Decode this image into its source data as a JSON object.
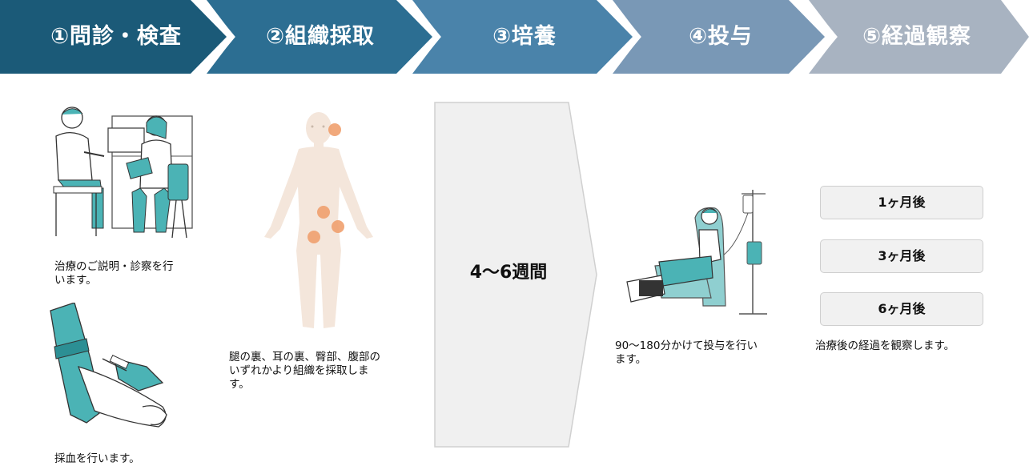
{
  "colors": {
    "step1": "#1b5a78",
    "step2": "#2c6e92",
    "step3": "#4a83aa",
    "step4": "#7998b6",
    "step5": "#a8b3c1",
    "accent_teal": "#4bb3b5",
    "skin": "#f4e6db",
    "dot": "#f0a06e"
  },
  "steps": [
    {
      "label": "①問診・検査"
    },
    {
      "label": "②組織採取"
    },
    {
      "label": "③培養"
    },
    {
      "label": "④投与"
    },
    {
      "label": "⑤経過観察"
    }
  ],
  "consultation": {
    "caption_line1": "治療のご説明・診察を行",
    "caption_line2": "います。",
    "icon": "doctor-consultation-icon"
  },
  "blood": {
    "caption": "採血を行います。",
    "icon": "blood-draw-icon"
  },
  "tissue": {
    "caption_line1": "腿の裏、耳の裏、臀部、腹部の",
    "caption_line2": "いずれかより組織を採取しま",
    "caption_line3": "す。",
    "icon": "body-diagram-icon"
  },
  "culture": {
    "duration": "4〜6週間"
  },
  "infusion": {
    "caption_line1": "90〜180分かけて投与を行い",
    "caption_line2": "ます。",
    "icon": "iv-infusion-icon"
  },
  "observation": {
    "milestones": [
      "1ヶ月後",
      "3ヶ月後",
      "6ヶ月後"
    ],
    "caption": "治療後の経過を観察します。"
  }
}
